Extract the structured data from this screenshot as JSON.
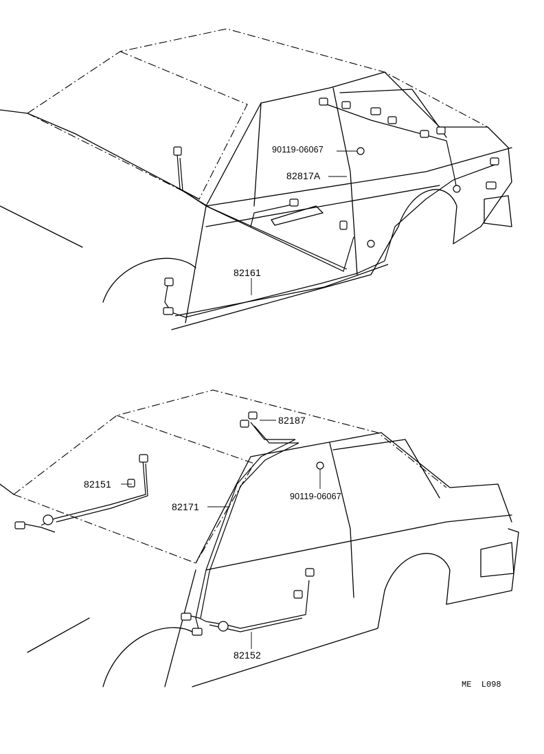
{
  "parts": {
    "top": {
      "bolt": "90119-06067",
      "part_a": "82817A",
      "part_b": "82161"
    },
    "bottom": {
      "part_a": "82187",
      "part_b": "82151",
      "part_c": "82171",
      "bolt": "90119-06067",
      "part_d": "82152"
    }
  },
  "footer": {
    "code": "ME  L098"
  }
}
